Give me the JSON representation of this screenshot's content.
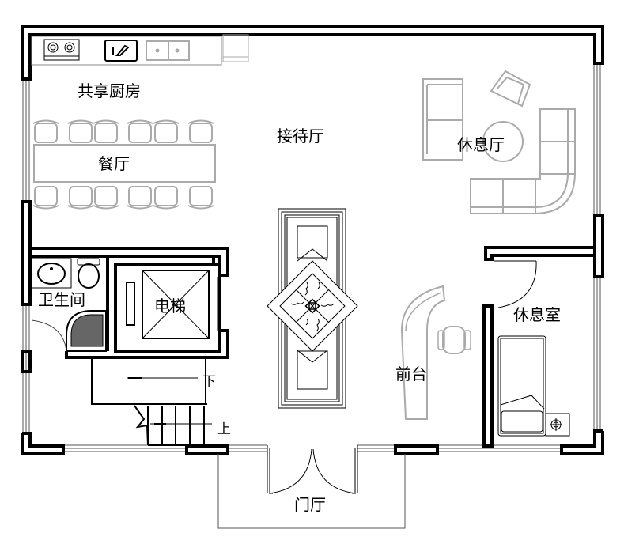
{
  "title": "Floor plan",
  "rooms": {
    "kitchen": "共享厨房",
    "dining": "餐厅",
    "reception": "接待厅",
    "lounge": "休息厅",
    "bathroom": "卫生间",
    "elevator": "电梯",
    "front_desk": "前台",
    "rest_room": "休息室",
    "foyer": "门厅"
  },
  "stairs": {
    "down": "下",
    "up": "上"
  },
  "colors": {
    "wall": "#000000",
    "furniture": "#aaaaaa"
  }
}
